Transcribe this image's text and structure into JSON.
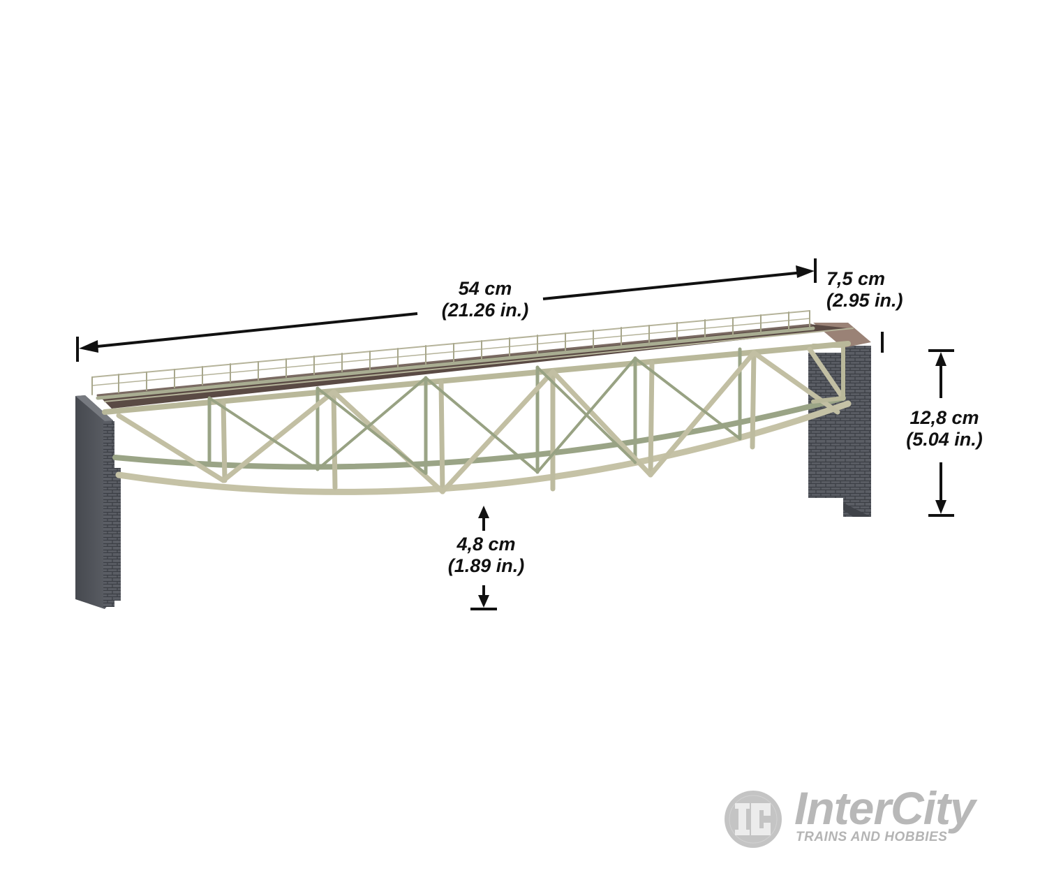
{
  "diagram": {
    "subject": "Model railway fish-belly truss bridge with stone abutments",
    "dimensions": {
      "length": {
        "metric": "54 cm",
        "imperial": "(21.26 in.)"
      },
      "width": {
        "metric": "7,5 cm",
        "imperial": "(2.95 in.)"
      },
      "height": {
        "metric": "12,8 cm",
        "imperial": "(5.04 in.)"
      },
      "clearance": {
        "metric": "4,8 cm",
        "imperial": "(1.89 in.)"
      }
    },
    "colors": {
      "background": "#ffffff",
      "truss": "#b9b89a",
      "truss_shadow": "#8f9a7a",
      "deck": "#5a4a44",
      "stone": "#55585e",
      "stone_dark": "#3f4248",
      "arrows": "#111111"
    }
  },
  "watermark": {
    "icon": "ic-logo-icon",
    "icon_letters": "IC",
    "brand": "InterCity",
    "tagline": "TRAINS AND HOBBIES"
  }
}
